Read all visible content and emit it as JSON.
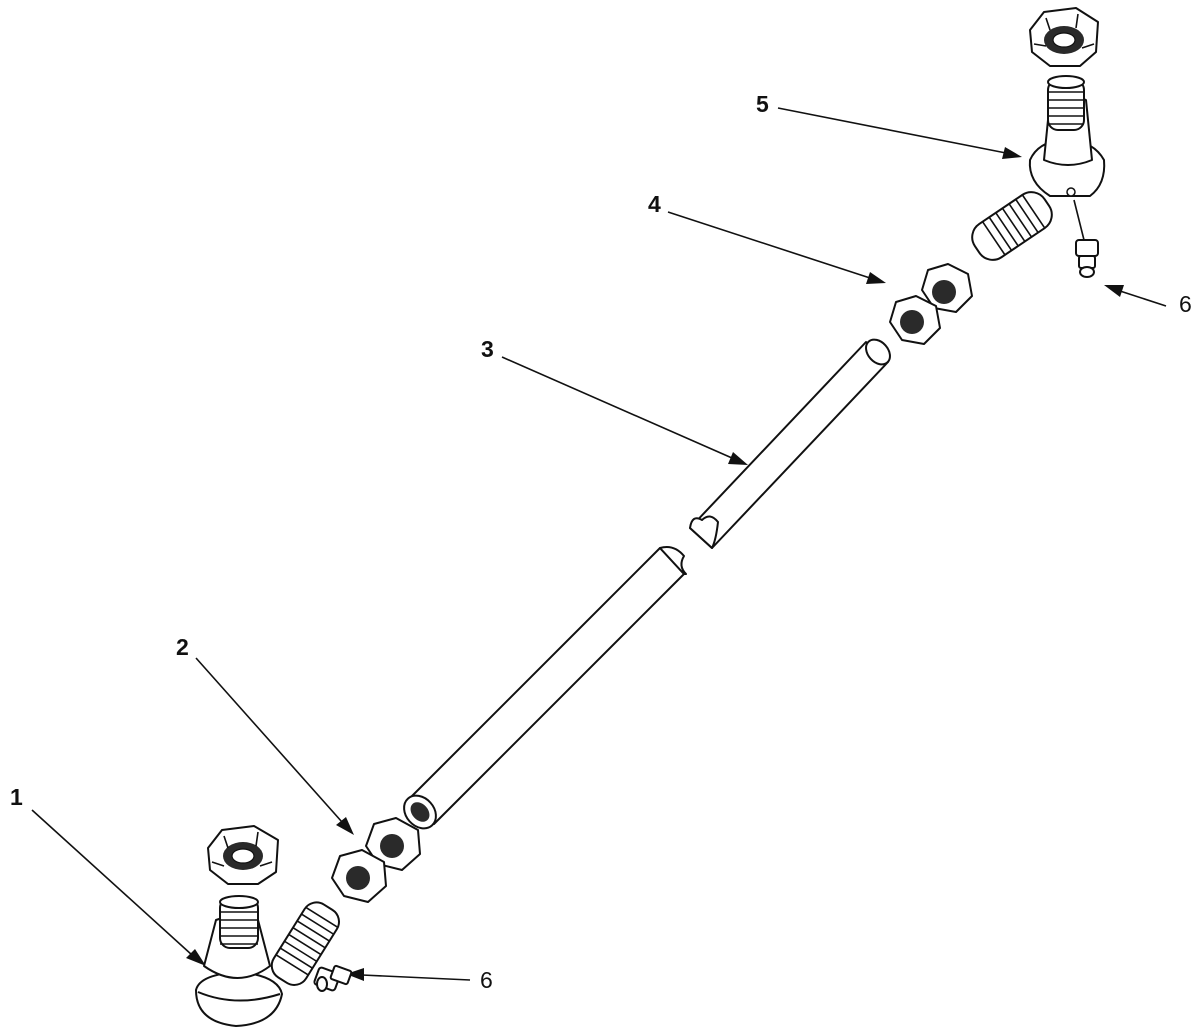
{
  "callouts": {
    "c1": "1",
    "c2": "2",
    "c3": "3",
    "c4": "4",
    "c5": "5",
    "c6_upper": "6",
    "c6_lower": "6"
  }
}
